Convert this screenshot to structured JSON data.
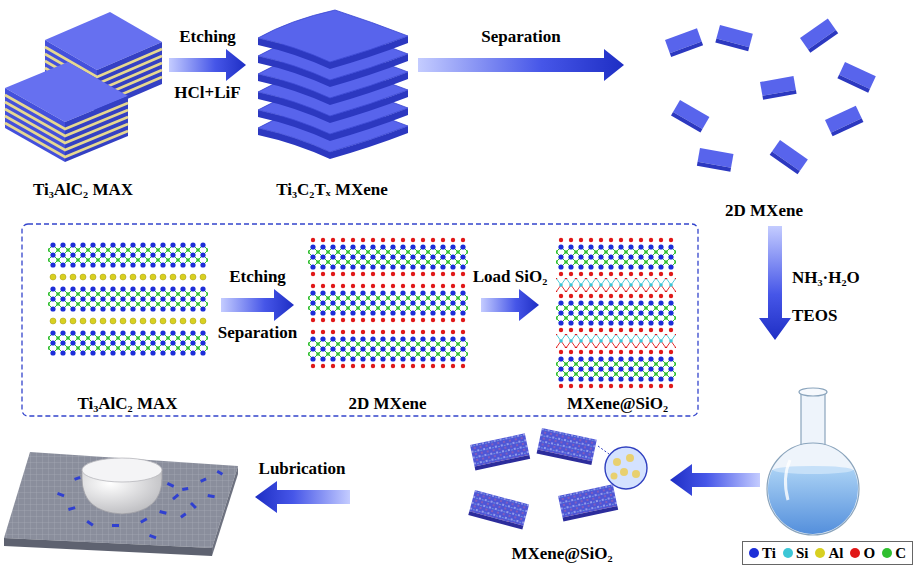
{
  "diagram": {
    "nodes": [
      {
        "text": [
          "Ti₃AlC₂ MAX"
        ]
      },
      {
        "text": [
          "Ti₃C₂Tₓ MXene"
        ]
      },
      {
        "text": [
          "2D MXene"
        ]
      },
      {
        "text": [
          "Ti₃AlC₂ MAX"
        ]
      },
      {
        "text": [
          "2D MXene"
        ]
      },
      {
        "text": [
          "MXene@SiO₂"
        ]
      },
      {
        "text": [
          "MXene@SiO₂"
        ]
      }
    ],
    "edges": [
      {
        "from": 0,
        "to": 1,
        "label": "Etching",
        "arrow": "to"
      },
      {
        "from": 1,
        "to": 2,
        "label": "Separation",
        "arrow": "to"
      },
      {
        "from": 3,
        "to": 4,
        "label": "Etching",
        "arrow": "to"
      },
      {
        "from": 4,
        "to": 5,
        "label": "Load SiO₂",
        "arrow": "to"
      }
    ],
    "labels": [
      "HCl+LiF",
      "Separation",
      "NH₃·H₂O",
      "TEOS",
      "Lubrication"
    ],
    "legend": [
      {
        "text": "Ti",
        "color": "#1c2ed8"
      },
      {
        "text": "Si",
        "color": "#3cc6d6"
      },
      {
        "text": "Al",
        "color": "#d8d020"
      },
      {
        "text": "O",
        "color": "#e01818"
      },
      {
        "text": "C",
        "color": "#2fbf2f"
      }
    ]
  }
}
